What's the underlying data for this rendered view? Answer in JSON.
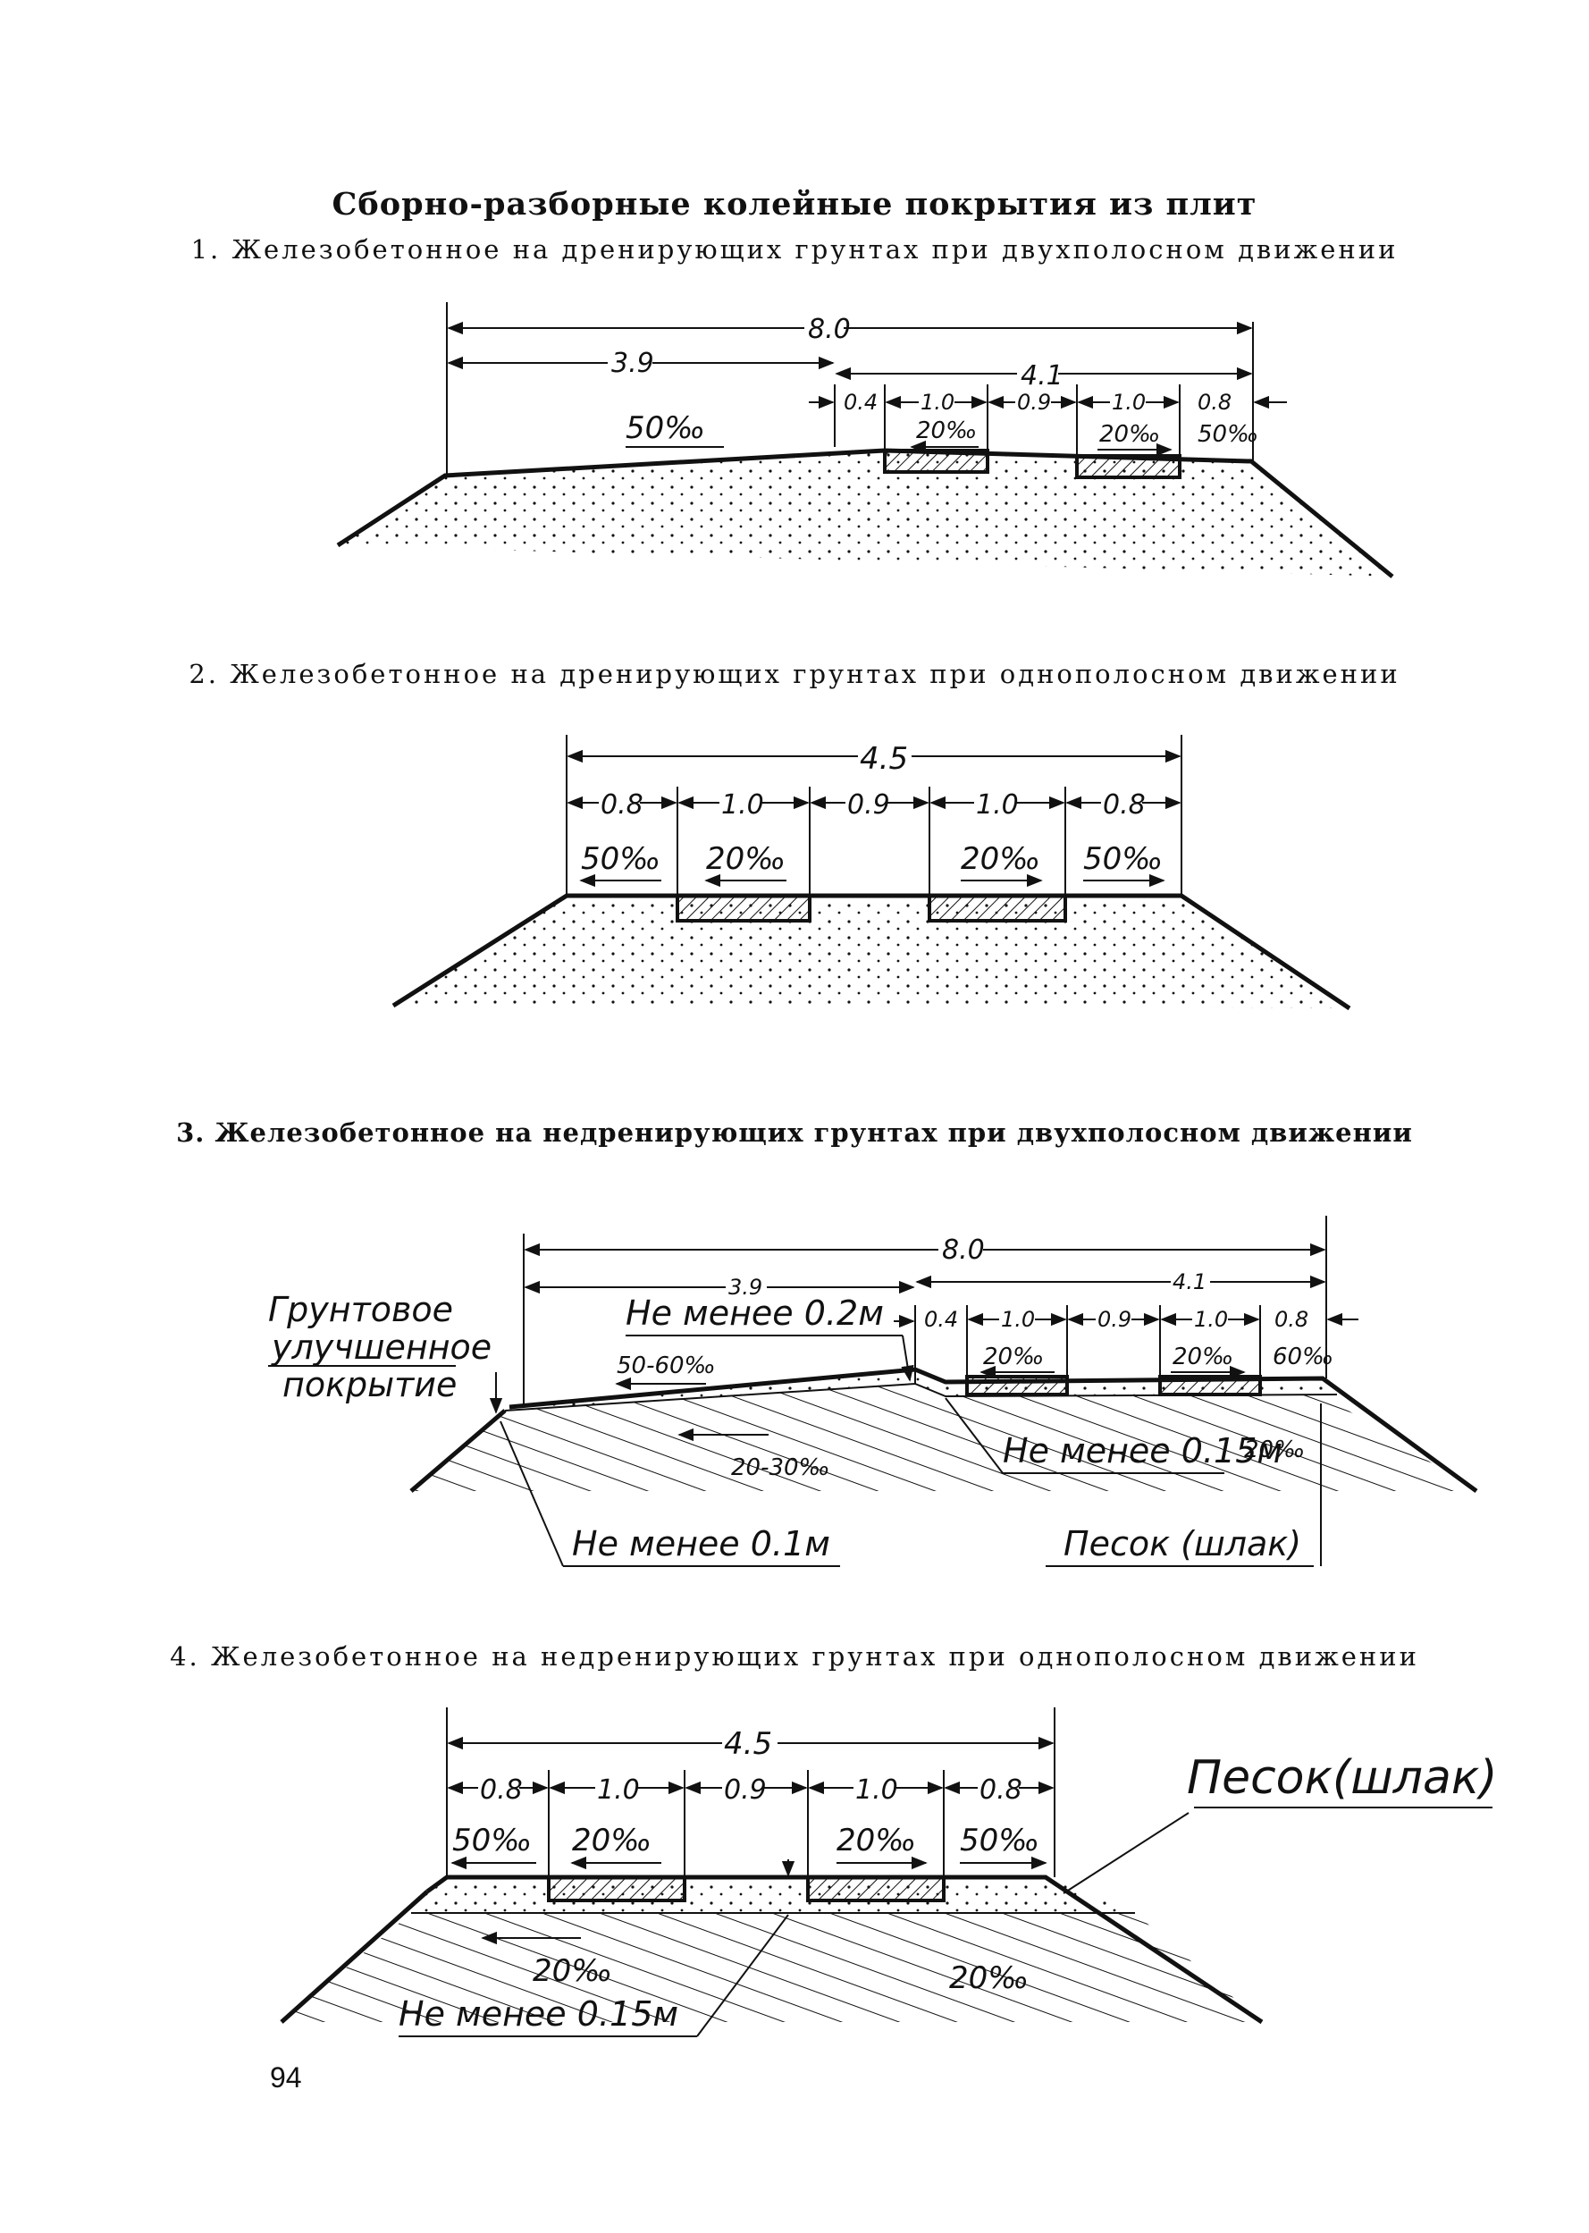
{
  "page": {
    "title": "Сборно-разборные колейные покрытия из плит",
    "page_number": "94"
  },
  "sections": [
    {
      "title": "1. Железобетонное на дренирующих грунтах при двухполосном движении",
      "dims": {
        "total": "8.0",
        "left": "3.9",
        "right": "4.1",
        "a": "0.4",
        "b": "1.0",
        "c": "0.9",
        "d": "1.0",
        "e": "0.8"
      },
      "slopes": {
        "shoulder": "50‰",
        "plate1": "20‰",
        "plate2": "20‰",
        "edge": "50‰"
      }
    },
    {
      "title": "2. Железобетонное на дренирующих грунтах при однополосном движении",
      "dims": {
        "total": "4.5",
        "a": "0.8",
        "b": "1.0",
        "c": "0.9",
        "d": "1.0",
        "e": "0.8"
      },
      "slopes": {
        "left": "50‰",
        "plate1": "20‰",
        "plate2": "20‰",
        "right": "50‰"
      }
    },
    {
      "title": "3. Железобетонное на недренирующих грунтах при двухполосном движении",
      "dims": {
        "total": "8.0",
        "left": "3.9",
        "right": "4.1",
        "a": "0.4",
        "b": "1.0",
        "c": "0.9",
        "d": "1.0",
        "e": "0.8"
      },
      "slopes": {
        "top_left": "50-60‰",
        "plate1": "20‰",
        "plate2": "20‰",
        "edge": "60‰",
        "base_left": "20-30‰",
        "base_right": "20‰"
      },
      "notes": {
        "soil_line1": "Грунтовое",
        "soil_line2": "улучшенное",
        "soil_line3": "покрытие",
        "min_02": "Не менее 0.2м",
        "min_015": "Не менее 0.15м",
        "min_01": "Не менее 0.1м",
        "sand": "Песок (шлак)"
      }
    },
    {
      "title": "4. Железобетонное на недренирующих грунтах при однополосном движении",
      "dims": {
        "total": "4.5",
        "a": "0.8",
        "b": "1.0",
        "c": "0.9",
        "d": "1.0",
        "e": "0.8"
      },
      "slopes": {
        "left": "50‰",
        "plate1": "20‰",
        "plate2": "20‰",
        "right": "50‰",
        "base_left": "20‰",
        "base_right": "20‰"
      },
      "notes": {
        "sand": "Песок(шлак)",
        "min_015": "Не менее 0.15м"
      }
    }
  ],
  "colors": {
    "ink": "#111111",
    "paper": "#ffffff"
  }
}
